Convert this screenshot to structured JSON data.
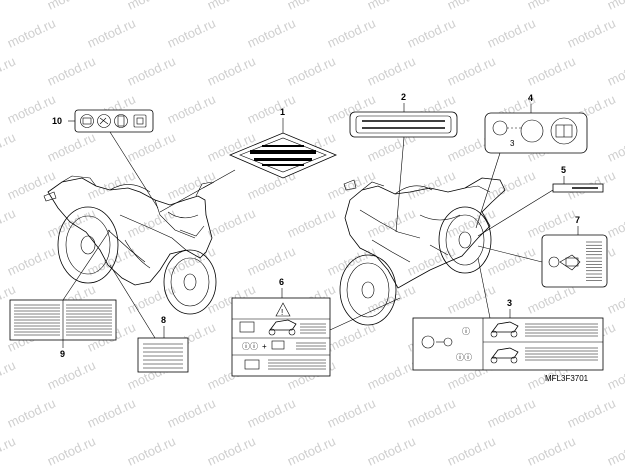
{
  "watermark": {
    "text": "motod.ru"
  },
  "diagram_code": "MFL3F3701",
  "callouts": [
    {
      "id": "1",
      "label": "1"
    },
    {
      "id": "2",
      "label": "2"
    },
    {
      "id": "3",
      "label": "3"
    },
    {
      "id": "4",
      "label": "4"
    },
    {
      "id": "5",
      "label": "5"
    },
    {
      "id": "6",
      "label": "6"
    },
    {
      "id": "7",
      "label": "7"
    },
    {
      "id": "8",
      "label": "8"
    },
    {
      "id": "9",
      "label": "9"
    },
    {
      "id": "10",
      "label": "10"
    }
  ],
  "icons": {
    "warning": "warning-triangle-icon",
    "motorcycle": "motorcycle-icon",
    "rider": "rider-icon",
    "luggage": "luggage-icon"
  },
  "colors": {
    "line": "#000000",
    "watermark": "#cfcfcf",
    "background": "#ffffff"
  }
}
